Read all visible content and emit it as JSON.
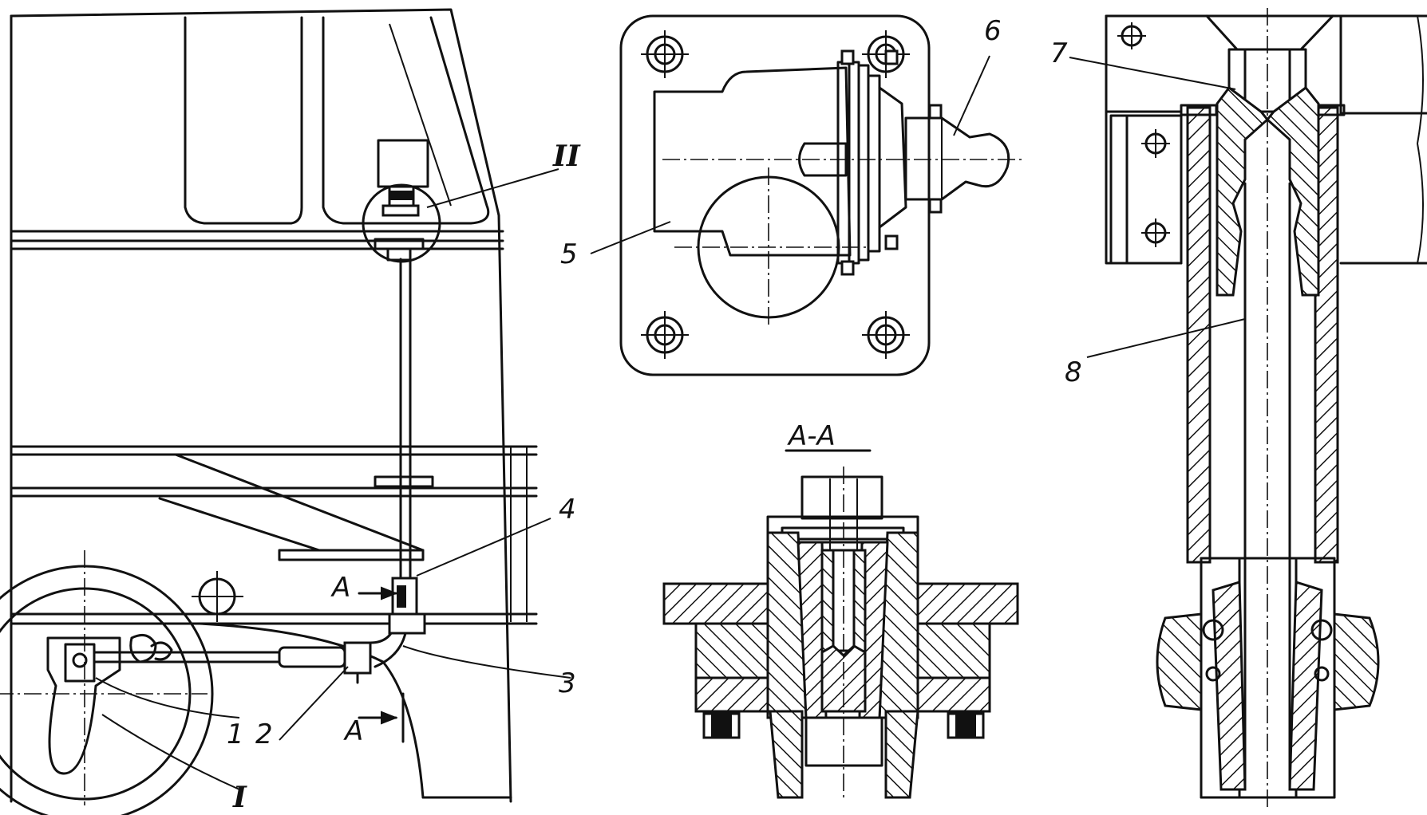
{
  "labels": {
    "n1": "1",
    "n2": "2",
    "n3": "3",
    "n4": "4",
    "n5": "5",
    "n6": "6",
    "n7": "7",
    "n8": "8",
    "roman1": "I",
    "roman2": "II",
    "arrowA_top": "A",
    "arrowA_bottom": "A",
    "section_title": "A-A"
  }
}
